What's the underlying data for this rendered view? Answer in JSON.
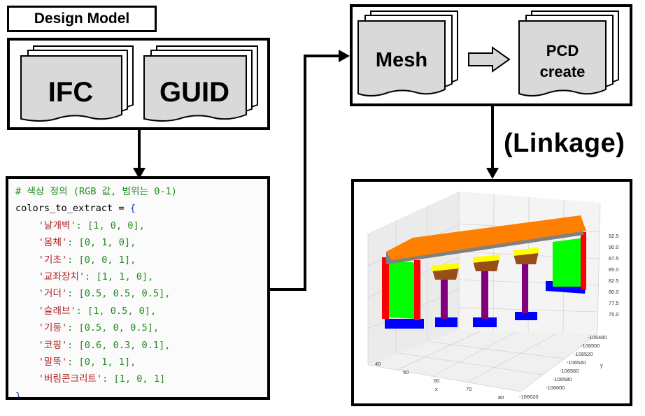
{
  "design_model": {
    "title": "Design Model",
    "docs": [
      {
        "label": "IFC"
      },
      {
        "label": "GUID"
      }
    ]
  },
  "mesh_panel": {
    "mesh_label": "Mesh",
    "pcd_line1": "PCD",
    "pcd_line2": "create"
  },
  "linkage_label": "(Linkage)",
  "code": {
    "comment": "# 색상 정의 (RGB 값, 범위는 0-1)",
    "decl_name": "colors_to_extract = ",
    "decl_open": "{",
    "entries": [
      {
        "key": "'날개벽'",
        "value": ": [1, 0, 0],"
      },
      {
        "key": "'몸체'",
        "value": ": [0, 1, 0],"
      },
      {
        "key": "'기초'",
        "value": ": [0, 0, 1],"
      },
      {
        "key": "'교좌장치'",
        "value": ": [1, 1, 0],"
      },
      {
        "key": "'거더'",
        "value": ": [0.5, 0.5, 0.5],"
      },
      {
        "key": "'슬래브'",
        "value": ": [1, 0.5, 0],"
      },
      {
        "key": "'기둥'",
        "value": ": [0.5, 0, 0.5],"
      },
      {
        "key": "'코핑'",
        "value": ": [0.6, 0.3, 0.1],"
      },
      {
        "key": "'말뚝'",
        "value": ": [0, 1, 1],"
      },
      {
        "key": "'버림콘크리트'",
        "value": ": [1, 0, 1]"
      }
    ],
    "close": "}"
  },
  "plot": {
    "z_ticks": [
      "92.5",
      "90.0",
      "87.5",
      "85.0",
      "82.5",
      "80.0",
      "77.5",
      "75.0"
    ],
    "y_ticks": [
      "-106480",
      "-106500",
      "-106520",
      "-106540",
      "-106560",
      "-106580",
      "-106600",
      "-106620"
    ],
    "x_ticks": [
      "40",
      "50",
      "60",
      "70",
      "80"
    ],
    "x_label": "x",
    "y_label": "y"
  },
  "colors": {
    "wing_wall": "#ff0000",
    "body": "#00ff00",
    "foundation": "#0000ff",
    "bearing": "#ffff00",
    "girder": "#808080",
    "slab": "#ff8000",
    "column": "#800080",
    "coping": "#994d1a",
    "pile": "#00ffff",
    "lean_concrete": "#ff00ff"
  }
}
